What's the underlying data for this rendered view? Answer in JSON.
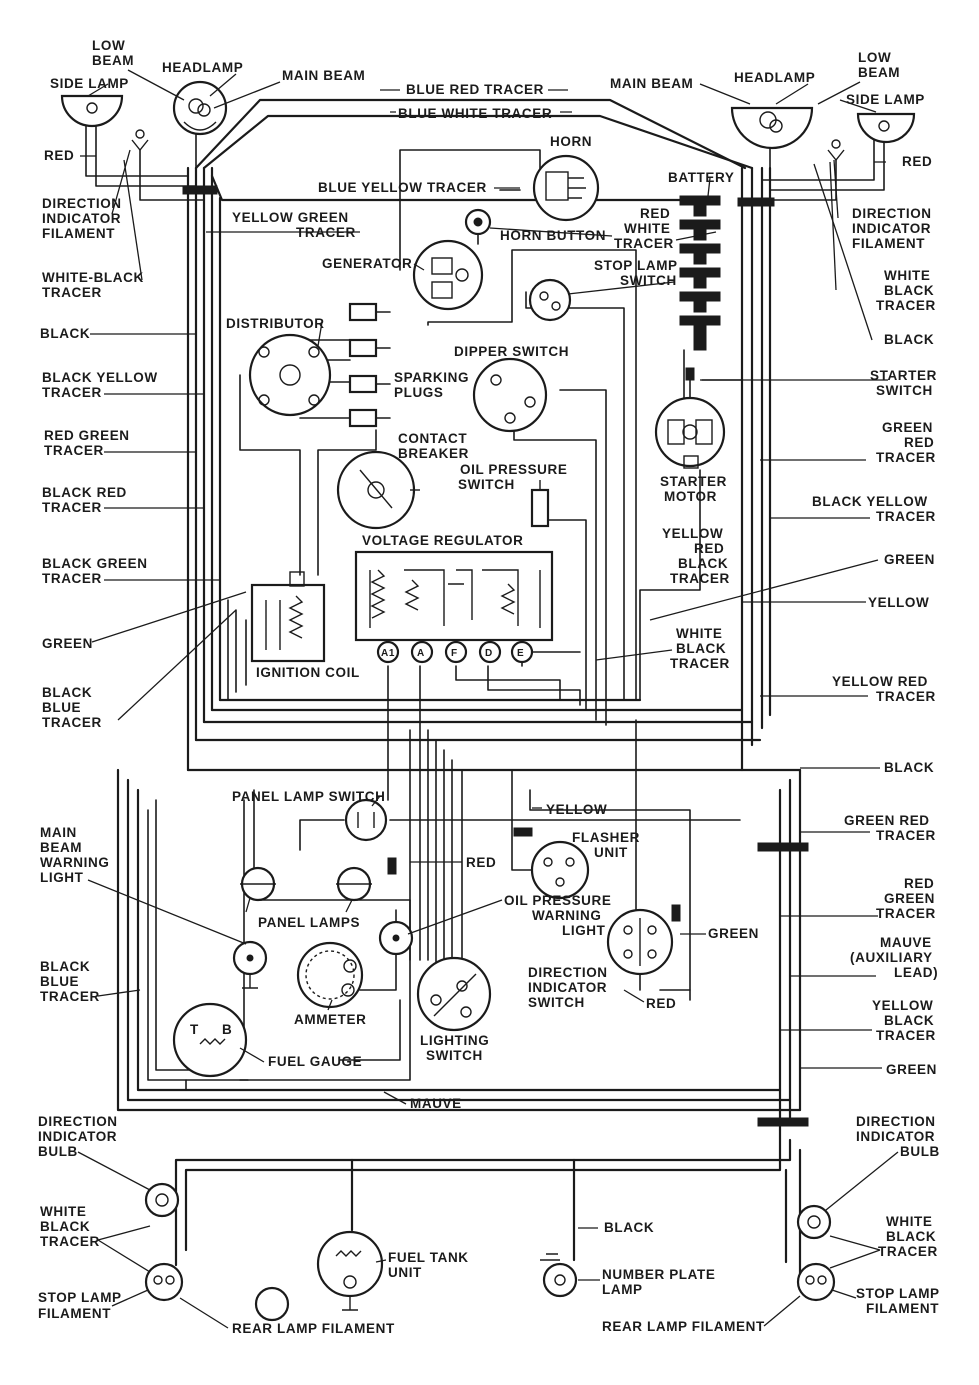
{
  "labels": {
    "low_beam_left": [
      "LOW",
      "BEAM"
    ],
    "side_lamp_left": "SIDE LAMP",
    "headlamp_left": "HEADLAMP",
    "main_beam_left": "MAIN BEAM",
    "blue_red_tracer": "BLUE RED TRACER",
    "blue_white_tracer": "BLUE WHITE TRACER",
    "main_beam_right": "MAIN BEAM",
    "headlamp_right": "HEADLAMP",
    "low_beam_right": [
      "LOW",
      "BEAM"
    ],
    "side_lamp_right": "SIDE LAMP",
    "red_left": "RED",
    "red_right": "RED",
    "horn": "HORN",
    "direction_indicator_filament_left": [
      "DIRECTION",
      "INDICATOR",
      "FILAMENT"
    ],
    "blue_yellow_tracer": "BLUE YELLOW TRACER",
    "battery": "BATTERY",
    "direction_indicator_filament_right": [
      "DIRECTION",
      "INDICATOR",
      "FILAMENT"
    ],
    "yellow_green_tracer": [
      "YELLOW GREEN",
      "TRACER"
    ],
    "horn_button": "HORN BUTTON",
    "red_white_tracer": [
      "RED",
      "WHITE",
      "TRACER"
    ],
    "generator": "GENERATOR",
    "stop_lamp_switch": [
      "STOP LAMP",
      "SWITCH"
    ],
    "white_black_tracer_left": [
      "WHITE-BLACK",
      "TRACER"
    ],
    "white_black_tracer_right": [
      "WHITE",
      "BLACK",
      "TRACER"
    ],
    "distributor": "DISTRIBUTOR",
    "black_left": "BLACK",
    "black_right_top": "BLACK",
    "dipper_switch": "DIPPER SWITCH",
    "black_yellow_tracer_left": [
      "BLACK YELLOW",
      "TRACER"
    ],
    "sparking_plugs": [
      "SPARKING",
      "PLUGS"
    ],
    "starter_switch": [
      "STARTER",
      "SWITCH"
    ],
    "red_green_tracer_left": [
      "RED GREEN",
      "TRACER"
    ],
    "contact_breaker": [
      "CONTACT",
      "BREAKER"
    ],
    "green_red_tracer_right": [
      "GREEN",
      "RED",
      "TRACER"
    ],
    "oil_pressure_switch": [
      "OIL PRESSURE",
      "SWITCH"
    ],
    "starter_motor": [
      "STARTER",
      "MOTOR"
    ],
    "black_red_tracer": [
      "BLACK RED",
      "TRACER"
    ],
    "black_yellow_tracer_right": [
      "BLACK YELLOW",
      "TRACER"
    ],
    "yellow_red_black_tracer": [
      "YELLOW",
      "RED",
      "BLACK",
      "TRACER"
    ],
    "voltage_regulator": "VOLTAGE REGULATOR",
    "black_green_tracer": [
      "BLACK GREEN",
      "TRACER"
    ],
    "green_right": "GREEN",
    "yellow_right": "YELLOW",
    "green_left": "GREEN",
    "white_black_tracer_mid": [
      "WHITE",
      "BLACK",
      "TRACER"
    ],
    "regulator_terminals": [
      "A1",
      "A",
      "F",
      "D",
      "E"
    ],
    "ignition_coil": "IGNITION COIL",
    "black_blue_tracer_upper": [
      "BLACK",
      "BLUE",
      "TRACER"
    ],
    "yellow_red_tracer": [
      "YELLOW RED",
      "TRACER"
    ],
    "black_right_mid": "BLACK",
    "panel_lamp_switch": "PANEL LAMP SWITCH",
    "yellow_mid": "YELLOW",
    "main_beam_warning_light": [
      "MAIN",
      "BEAM",
      "WARNING",
      "LIGHT"
    ],
    "flasher_unit": [
      "FLASHER",
      "UNIT"
    ],
    "green_red_tracer_lower": [
      "GREEN RED",
      "TRACER"
    ],
    "red_mid": "RED",
    "oil_pressure_warning_light": [
      "OIL PRESSURE",
      "WARNING",
      "LIGHT"
    ],
    "red_green_tracer_right": [
      "RED",
      "GREEN",
      "TRACER"
    ],
    "panel_lamps": "PANEL LAMPS",
    "green_lower": "GREEN",
    "black_blue_tracer_lower": [
      "BLACK",
      "BLUE",
      "TRACER"
    ],
    "mauve_auxiliary_lead": [
      "MAUVE",
      "(AUXILIARY",
      "LEAD)"
    ],
    "direction_indicator_switch": [
      "DIRECTION",
      "INDICATOR",
      "SWITCH"
    ],
    "red_lower": "RED",
    "ammeter": "AMMETER",
    "yellow_black_tracer": [
      "YELLOW",
      "BLACK",
      "TRACER"
    ],
    "lighting_switch": [
      "LIGHTING",
      "SWITCH"
    ],
    "fuel_gauge": "FUEL GAUGE",
    "green_bottom_right": "GREEN",
    "mauve": "MAUVE",
    "direction_indicator_bulb_left": [
      "DIRECTION",
      "INDICATOR",
      "BULB"
    ],
    "direction_indicator_bulb_right": [
      "DIRECTION",
      "INDICATOR",
      "BULB"
    ],
    "black_bottom": "BLACK",
    "white_black_tracer_bottom_left": [
      "WHITE",
      "BLACK",
      "TRACER"
    ],
    "white_black_tracer_bottom_right": [
      "WHITE",
      "BLACK",
      "TRACER"
    ],
    "fuel_tank_unit": [
      "FUEL TANK",
      "UNIT"
    ],
    "number_plate_lamp": [
      "NUMBER PLATE",
      "LAMP"
    ],
    "stop_lamp_filament_left": [
      "STOP LAMP",
      "FILAMENT"
    ],
    "stop_lamp_filament_right": [
      "STOP LAMP",
      "FILAMENT"
    ],
    "rear_lamp_filament_left": "REAR LAMP FILAMENT",
    "rear_lamp_filament_right": "REAR LAMP FILAMENT"
  },
  "gauge_letters": [
    "T",
    "B"
  ]
}
